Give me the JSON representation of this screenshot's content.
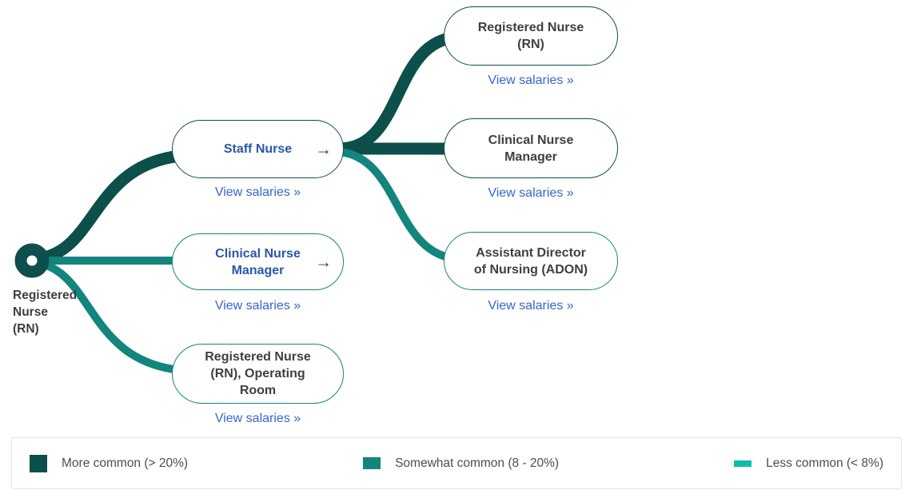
{
  "diagram": {
    "type": "career-path-tree",
    "root": {
      "title": "Registered Nurse (RN)",
      "title_lines": [
        "Registered",
        "Nurse",
        "(RN)"
      ]
    },
    "nodes": {
      "staff_nurse": {
        "title": "Staff Nurse",
        "lines": [
          "Staff Nurse"
        ],
        "text_style": "blue-link",
        "has_arrow": true
      },
      "cnm_mid": {
        "title": "Clinical Nurse Manager",
        "lines": [
          "Clinical Nurse",
          "Manager"
        ],
        "text_style": "blue-link",
        "has_arrow": true
      },
      "rn_or": {
        "title": "Registered Nurse (RN), Operating Room",
        "lines": [
          "Registered Nurse",
          "(RN), Operating",
          "Room"
        ],
        "text_style": "dark",
        "has_arrow": false
      },
      "rn_right": {
        "title": "Registered Nurse (RN)",
        "lines": [
          "Registered Nurse",
          "(RN)"
        ],
        "text_style": "dark",
        "has_arrow": false
      },
      "cnm_right": {
        "title": "Clinical Nurse Manager",
        "lines": [
          "Clinical Nurse",
          "Manager"
        ],
        "text_style": "dark",
        "has_arrow": false
      },
      "adon": {
        "title": "Assistant Director of Nursing (ADON)",
        "lines": [
          "Assistant Director",
          "of Nursing (ADON)"
        ],
        "text_style": "dark",
        "has_arrow": false
      }
    },
    "edges": [
      {
        "from": "Registered Nurse (RN)",
        "to": "Staff Nurse",
        "commonness": "more_common"
      },
      {
        "from": "Registered Nurse (RN)",
        "to": "Clinical Nurse Manager",
        "commonness": "somewhat_common"
      },
      {
        "from": "Registered Nurse (RN)",
        "to": "Registered Nurse (RN), Operating Room",
        "commonness": "somewhat_common"
      },
      {
        "from": "Staff Nurse",
        "to": "Registered Nurse (RN)",
        "commonness": "more_common"
      },
      {
        "from": "Staff Nurse",
        "to": "Clinical Nurse Manager",
        "commonness": "more_common"
      },
      {
        "from": "Staff Nurse",
        "to": "Assistant Director of Nursing (ADON)",
        "commonness": "somewhat_common"
      }
    ]
  },
  "ui": {
    "view_salaries_label": "View salaries »",
    "arrow_glyph": "→"
  },
  "legend": {
    "items": [
      {
        "label": "More common (> 20%)",
        "color": "#0d4f4a",
        "weight": "thick"
      },
      {
        "label": "Somewhat common (8 - 20%)",
        "color": "#13857c",
        "weight": "medium"
      },
      {
        "label": "Less common (< 8%)",
        "color": "#0fbcab",
        "weight": "thin"
      }
    ]
  },
  "colors": {
    "more_common": "#0d4f4a",
    "somewhat_common": "#13857c",
    "less_common": "#0fbcab",
    "node_title_dark": "#3e3f42",
    "node_title_blue": "#2a57a9",
    "link_blue": "#3564d1"
  }
}
